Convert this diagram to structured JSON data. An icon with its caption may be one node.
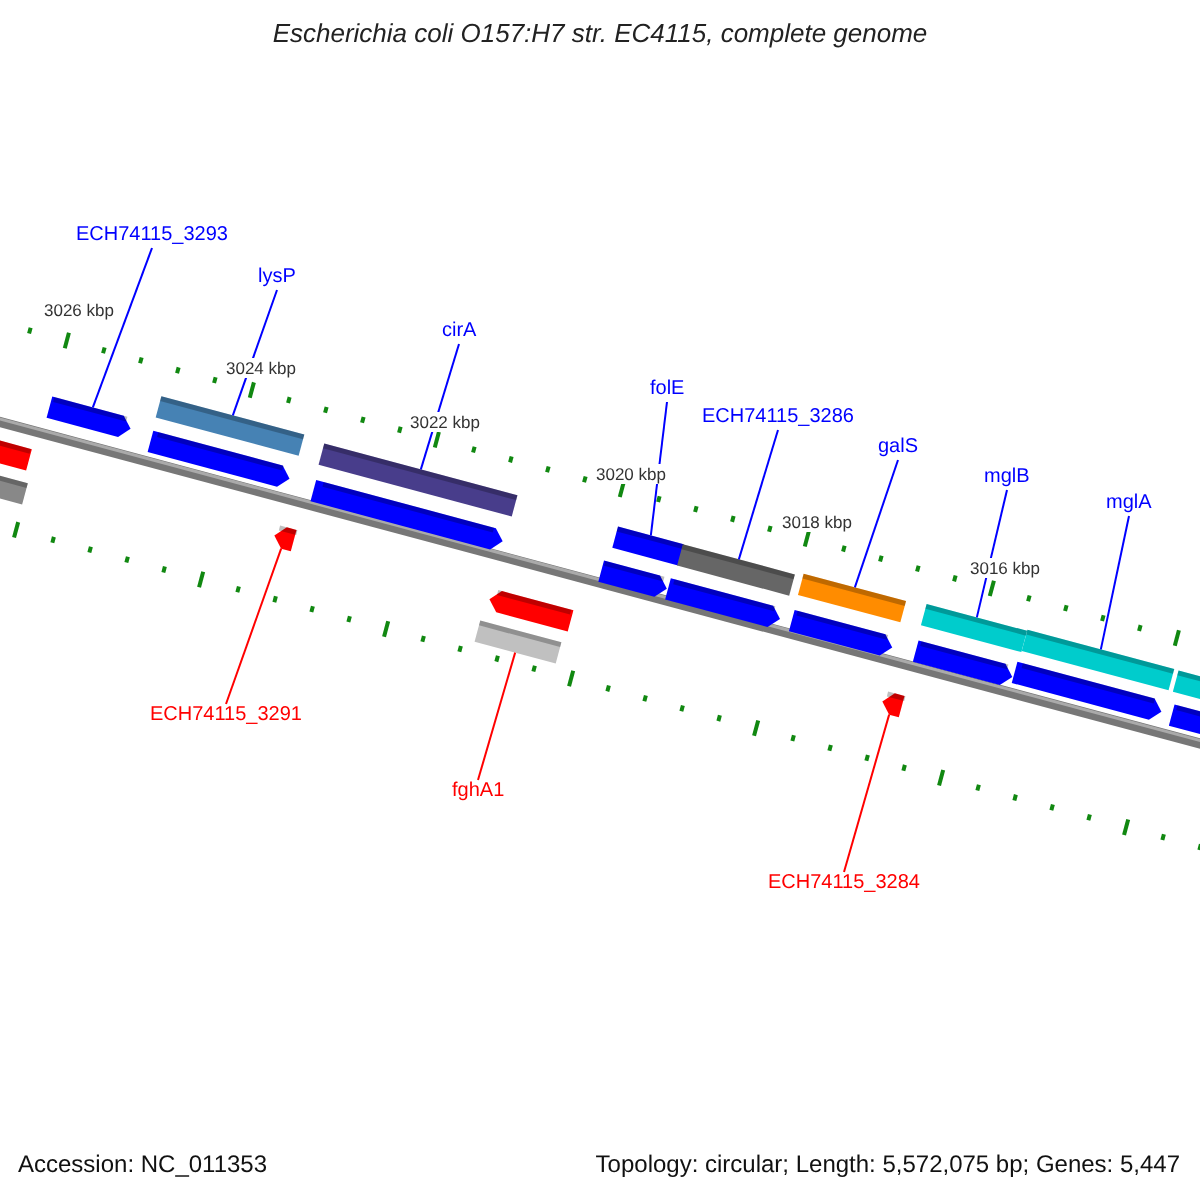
{
  "diagram": {
    "title": "Escherichia coli O157:H7 str. EC4115, complete genome",
    "nodes": [
      {
        "text": [
          "ECH74115_3293"
        ]
      },
      {
        "text": [
          "lysP"
        ]
      },
      {
        "text": [
          "cirA"
        ]
      },
      {
        "text": [
          "folE"
        ]
      },
      {
        "text": [
          "ECH74115_3286"
        ]
      },
      {
        "text": [
          "galS"
        ]
      },
      {
        "text": [
          "mglB"
        ]
      },
      {
        "text": [
          "mglA"
        ]
      },
      {
        "text": [
          "ECH74115_3291"
        ]
      },
      {
        "text": [
          "fghA1"
        ]
      },
      {
        "text": [
          "ECH74115_3284"
        ]
      },
      {
        "text": [],
        "shape": "arrow"
      },
      {
        "text": [],
        "shape": "bar"
      },
      {
        "text": [],
        "shape": "bar"
      },
      {
        "text": [],
        "shape": "arrow"
      },
      {
        "text": [],
        "shape": "bar"
      },
      {
        "text": [],
        "shape": "bar"
      },
      {
        "text": [],
        "shape": "bar"
      },
      {
        "text": [],
        "shape": "bar"
      },
      {
        "text": [],
        "shape": "bar"
      },
      {
        "text": [],
        "shape": "bar"
      },
      {
        "text": [],
        "shape": "arrow"
      },
      {
        "text": [],
        "shape": "arrow"
      },
      {
        "text": [],
        "shape": "bar"
      },
      {
        "text": [],
        "shape": "arrow"
      },
      {
        "text": [],
        "shape": "arrow"
      },
      {
        "text": [],
        "shape": "arrow"
      },
      {
        "text": [],
        "shape": "arrow"
      },
      {
        "text": [],
        "shape": "arrow"
      },
      {
        "text": [],
        "shape": "arrow"
      },
      {
        "text": [],
        "shape": "arrow"
      },
      {
        "text": [],
        "shape": "arrow"
      },
      {
        "text": [],
        "shape": "arrow"
      },
      {
        "text": [],
        "shape": "bar"
      }
    ],
    "edges": [
      {
        "from": 0,
        "to": 11,
        "arrow": "none"
      },
      {
        "from": 1,
        "to": 12,
        "arrow": "none"
      },
      {
        "from": 2,
        "to": 13,
        "arrow": "none"
      },
      {
        "from": 3,
        "to": 16,
        "arrow": "none"
      },
      {
        "from": 4,
        "to": 17,
        "arrow": "none"
      },
      {
        "from": 5,
        "to": 18,
        "arrow": "none"
      },
      {
        "from": 6,
        "to": 19,
        "arrow": "none"
      },
      {
        "from": 7,
        "to": 20,
        "arrow": "none"
      },
      {
        "from": 8,
        "to": 14,
        "arrow": "none",
        "color": "#ff0000"
      },
      {
        "from": 9,
        "to": 15,
        "arrow": "none",
        "color": "#ff0000"
      },
      {
        "from": 10,
        "to": 21,
        "arrow": "none",
        "color": "#ff0000"
      }
    ],
    "labels": [
      "3026 kbp",
      "3024 kbp",
      "3022 kbp",
      "3020 kbp",
      "3018 kbp",
      "3016 kbp",
      "Accession: NC_011353",
      "Topology: circular; Length: 5,572,075 bp; Genes: 5,447"
    ]
  }
}
